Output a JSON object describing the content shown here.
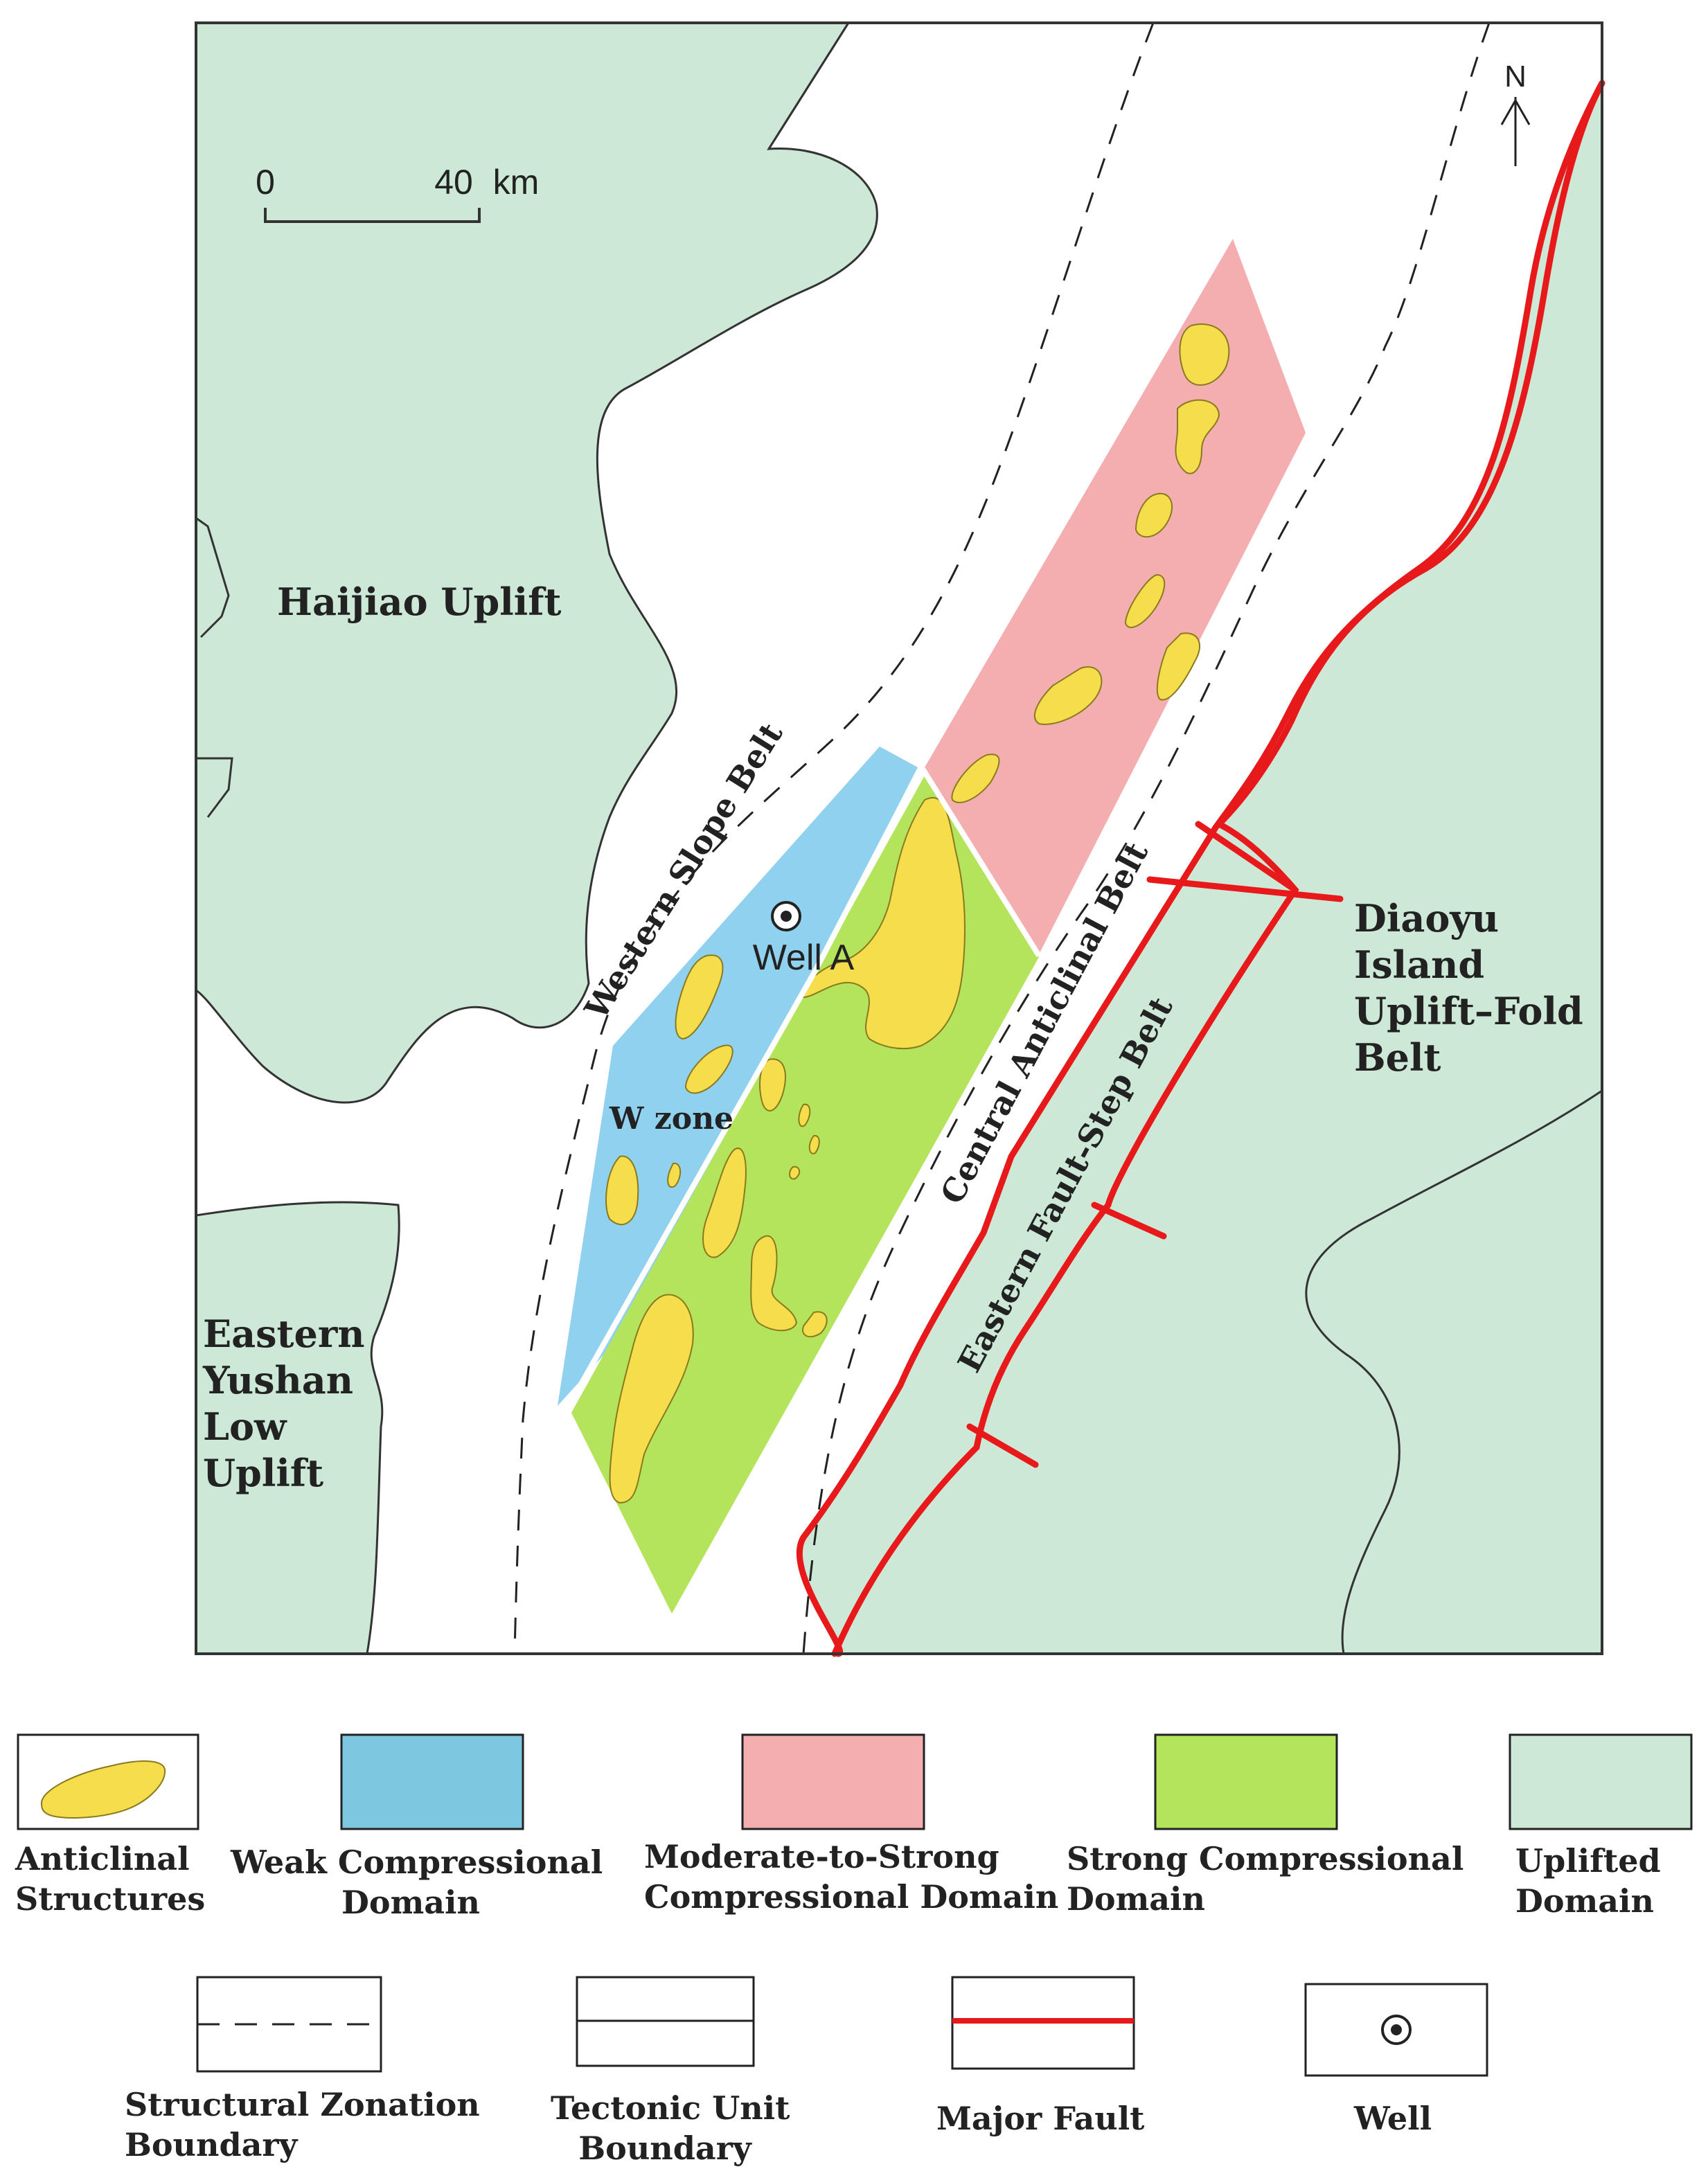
{
  "map": {
    "units": {
      "haijiao": "Haijiao Uplift",
      "eastern_yushan": [
        "Eastern",
        "Yushan",
        "Low",
        "Uplift"
      ],
      "diaoyu": [
        "Diaoyu",
        "Island",
        "Uplift–Fold",
        "Belt"
      ]
    },
    "belts": {
      "western_slope": "Western Slope Belt",
      "central_anticlinal": "Central Anticlinal Belt",
      "eastern_fault_step": "Eastern Fault-Step Belt"
    },
    "w_zone": "W zone",
    "well": "Well A",
    "north": "N",
    "scale": {
      "zero": "0",
      "max": "40",
      "unit": "km"
    },
    "colors": {
      "uplifted": "#cde8d7",
      "weak": "#8fd1ee",
      "moderate": "#f5aeb0",
      "strong": "#b4e35c",
      "anticline": "#f5dd4c",
      "fault": "#e8191b"
    }
  },
  "legend": {
    "row1": [
      {
        "key": "anticline",
        "lines": [
          "Anticlinal",
          "Structures"
        ]
      },
      {
        "key": "weak",
        "lines": [
          "Weak Compressional",
          "Domain"
        ]
      },
      {
        "key": "moderate",
        "lines": [
          "Moderate-to-Strong",
          "Compressional Domain"
        ]
      },
      {
        "key": "strong",
        "lines": [
          "Strong Compressional",
          "Domain"
        ]
      },
      {
        "key": "uplifted",
        "lines": [
          "Uplifted",
          "Domain"
        ]
      }
    ],
    "row2": [
      {
        "key": "dashed",
        "lines": [
          "Structural Zonation",
          "Boundary"
        ]
      },
      {
        "key": "solid",
        "lines": [
          "Tectonic Unit",
          "Boundary"
        ]
      },
      {
        "key": "fault",
        "lines": [
          "Major Fault"
        ]
      },
      {
        "key": "well",
        "lines": [
          "Well"
        ]
      }
    ]
  }
}
